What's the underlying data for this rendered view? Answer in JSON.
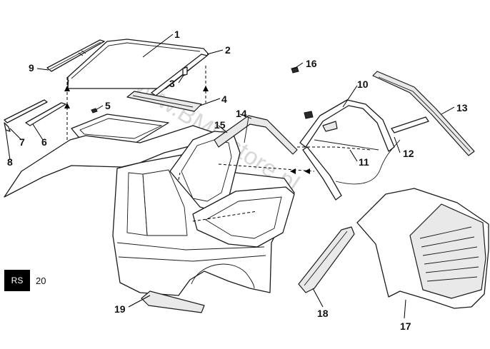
{
  "diagram": {
    "badge": "RS",
    "page_number": "20",
    "watermark": "www.BMWstore.pl",
    "callouts": [
      "1",
      "2",
      "3",
      "4",
      "5",
      "6",
      "7",
      "8",
      "9",
      "10",
      "11",
      "12",
      "13",
      "14",
      "15",
      "16",
      "17",
      "18",
      "19"
    ]
  }
}
